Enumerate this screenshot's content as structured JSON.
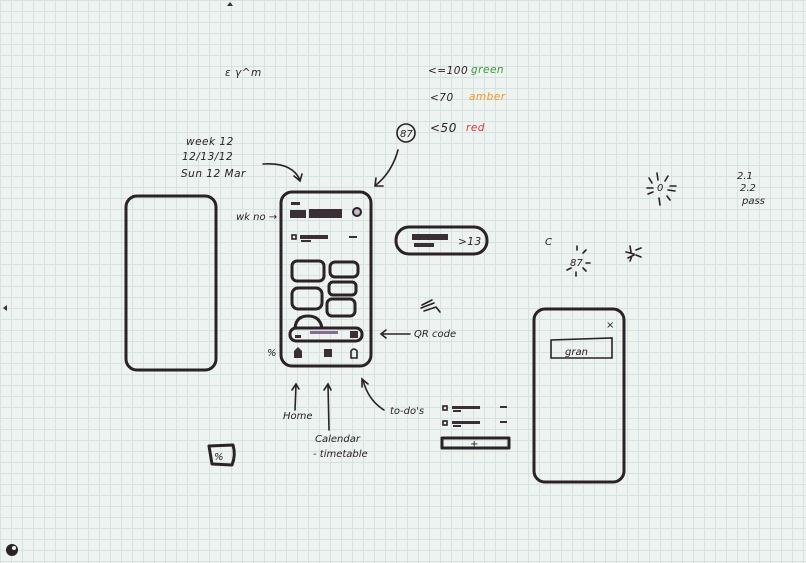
{
  "notes": {
    "formula": "ε γ^m",
    "thresholds": [
      {
        "rule": "<=100",
        "label": "green",
        "color": "#3a9a35"
      },
      {
        "rule": "<70",
        "label": "amber",
        "color": "#f0962a"
      },
      {
        "rule": "<50",
        "label": "red",
        "color": "#d9343a"
      }
    ],
    "score_badge": "87",
    "date_formats": [
      "week 12",
      "12/13/12",
      "Sun 12 Mar"
    ],
    "week_label": "wk no →",
    "pill_value": ">13",
    "refresh_letter": "C",
    "burst_score": "87",
    "sun_value": "0",
    "versions": [
      "2.1",
      "2.2",
      "pass"
    ],
    "qr_label": "QR code",
    "percent_label": "%",
    "home_label": "Home",
    "calendar_label": "Calendar",
    "timetable_label": "- timetable",
    "todos_label": "to-do's",
    "modal_field_text": "gran",
    "modal_close": "×",
    "todo_add": "+",
    "percent_box": "%"
  },
  "colors": {
    "ink": "#2a2226",
    "accent_purple": "#8a6a8e"
  }
}
